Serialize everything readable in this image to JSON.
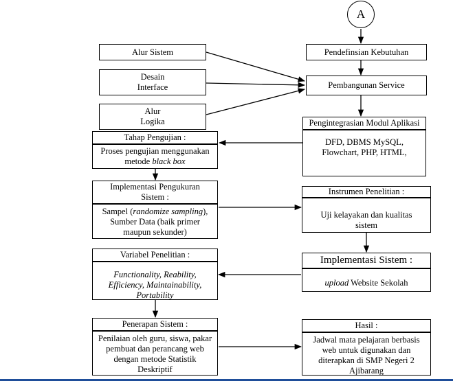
{
  "connector": {
    "label": "A"
  },
  "left_inputs": {
    "alur_sistem": [
      "Alur Sistem"
    ],
    "desain_interface": [
      "Desain",
      "Interface"
    ],
    "alur_logika": [
      "Alur",
      "Logika"
    ]
  },
  "right_flow": {
    "pendefinisian": [
      "Pendefinsian Kebutuhan"
    ],
    "pembangunan": [
      "Pembangunan Service"
    ],
    "pengintegrasian": {
      "title": "Pengintegrasian Modul Aplikasi",
      "body": [
        "DFD, DBMS MySQL,",
        "Flowchart, PHP, HTML,"
      ]
    },
    "instrumen": {
      "title": "Instrumen Penelitian :",
      "body": [
        "Uji kelayakan dan kualitas",
        "sistem"
      ]
    },
    "implementasi_sistem": {
      "title": "Implementasi Sistem :",
      "body_italic": "upload",
      "body_rest": " Website Sekolah"
    },
    "hasil": {
      "title": "Hasil :",
      "body": [
        "Jadwal mata pelajaran berbasis",
        "web untuk digunakan dan",
        "diterapkan di SMP Negeri 2",
        "Ajibarang"
      ]
    }
  },
  "left_flow": {
    "tahap_pengujian": {
      "title": "Tahap Pengujian :",
      "body_line1": "Proses pengujian menggunakan",
      "body_line2_plain": "metode ",
      "body_line2_italic": "black box"
    },
    "implementasi_pengukuran": {
      "title": [
        "Implementasi Pengukuran",
        "Sistem :"
      ],
      "body_line1_plain": "Sampel (",
      "body_line1_italic": "randomize sampling",
      "body_line1_end": "),",
      "body_rest": [
        "Sumber Data (baik primer",
        "maupun sekunder)"
      ]
    },
    "variabel_penelitian": {
      "title": "Variabel Penelitian :",
      "body_italic": [
        "Functionality, Reability,",
        "Efficiency, Maintainability,",
        "Portability"
      ]
    },
    "penerapan_sistem": {
      "title": "Penerapan Sistem :",
      "body": [
        "Penilaian oleh guru, siswa, pakar",
        "pembuat dan perancang web",
        "dengan metode Statistik",
        "Deskriptif"
      ]
    }
  }
}
